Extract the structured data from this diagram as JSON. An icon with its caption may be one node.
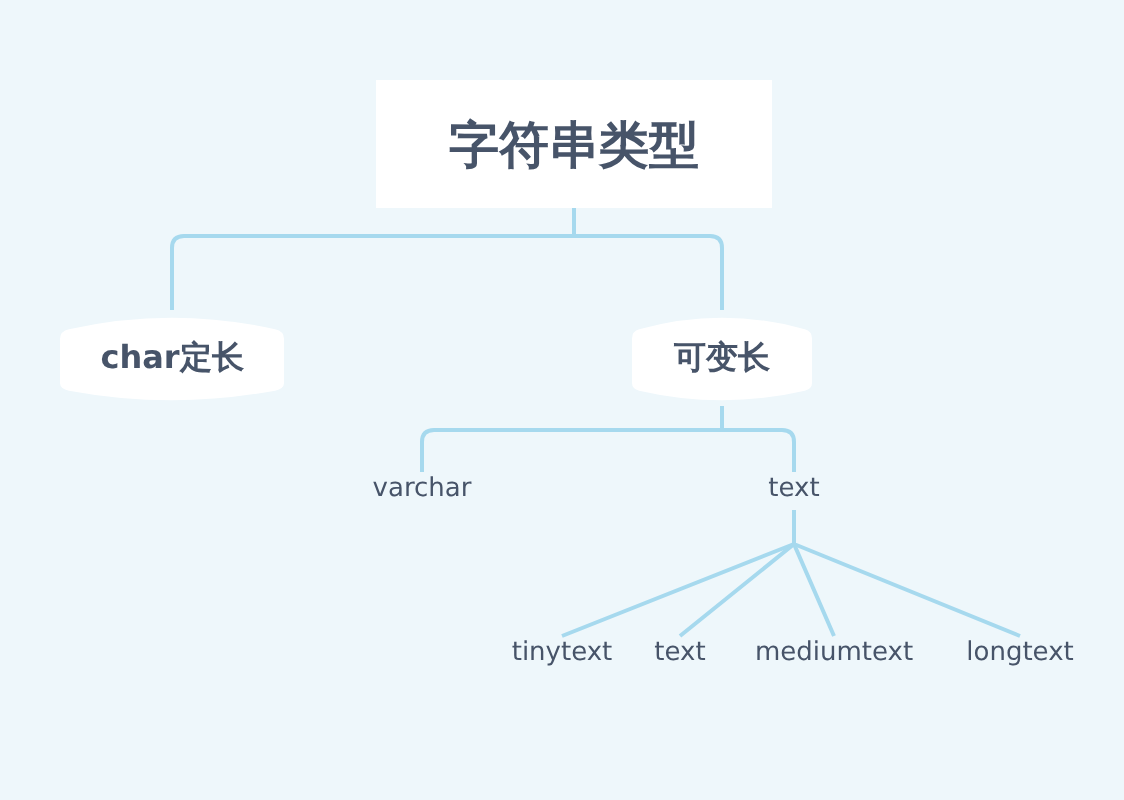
{
  "diagram": {
    "nodes": [
      {
        "text": [
          "字符串类型"
        ]
      },
      {
        "text": [
          "char定长"
        ]
      },
      {
        "text": [
          "可变长"
        ]
      },
      {
        "text": [
          "varchar"
        ]
      },
      {
        "text": [
          "text"
        ]
      },
      {
        "text": [
          "tinytext"
        ]
      },
      {
        "text": [
          "text"
        ]
      },
      {
        "text": [
          "mediumtext"
        ]
      },
      {
        "text": [
          "longtext"
        ]
      }
    ],
    "edges": [
      {
        "from": 0,
        "to": 1,
        "arrow": "none"
      },
      {
        "from": 0,
        "to": 2,
        "arrow": "none"
      },
      {
        "from": 2,
        "to": 3,
        "arrow": "none"
      },
      {
        "from": 2,
        "to": 4,
        "arrow": "none"
      },
      {
        "from": 4,
        "to": 5,
        "arrow": "none"
      },
      {
        "from": 4,
        "to": 6,
        "arrow": "none"
      },
      {
        "from": 4,
        "to": 7,
        "arrow": "none"
      },
      {
        "from": 4,
        "to": 8,
        "arrow": "none"
      }
    ]
  }
}
